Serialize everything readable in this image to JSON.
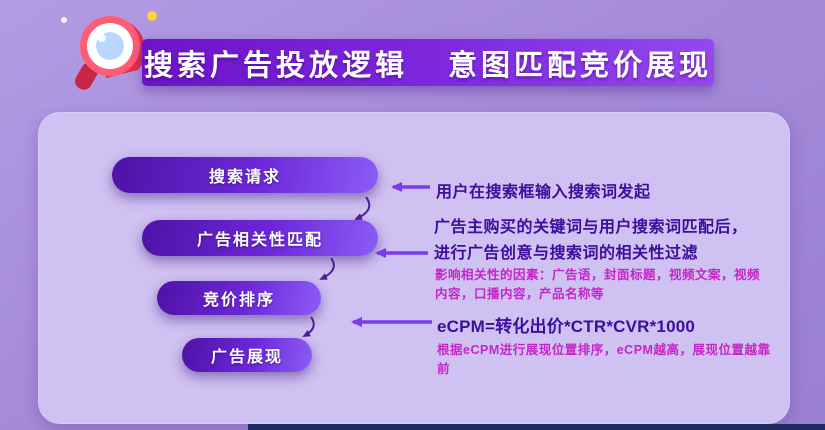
{
  "slide": {
    "title": {
      "part1": "搜索广告投放逻辑",
      "part2": "意图匹配竞价展现"
    }
  },
  "funnel": {
    "steps": [
      {
        "label": "搜索请求"
      },
      {
        "label": "广告相关性匹配"
      },
      {
        "label": "竞价排序"
      },
      {
        "label": "广告展现"
      }
    ]
  },
  "annotations": {
    "step1": {
      "main": "用户在搜索框输入搜索词发起"
    },
    "step2": {
      "line1": "广告主购买的关键词与用户搜索词匹配后，",
      "line2": "进行广告创意与搜索词的相关性过滤",
      "note": "影响相关性的因素：广告语，封面标题，视频文案，视频内容，口播内容，产品名称等"
    },
    "step3": {
      "main": "eCPM=转化出价*CTR*CVR*1000",
      "note": "根据eCPM进行展现位置排序，eCPM越高，展现位置越靠前"
    }
  },
  "icons": {
    "megaphone": "megaphone-icon"
  },
  "colors": {
    "background": "#a58bd9",
    "card": "#cfc1f1",
    "banner_start": "#6d13c8",
    "banner_end": "#9747ef",
    "pill_start": "#4e12a6",
    "pill_end": "#8b5cf6",
    "text_dark": "#3d0d9e",
    "text_note": "#c426c8",
    "arrow": "#7c3aed",
    "connector": "#4c1d95",
    "bottom_strip": "#1f2b63"
  }
}
